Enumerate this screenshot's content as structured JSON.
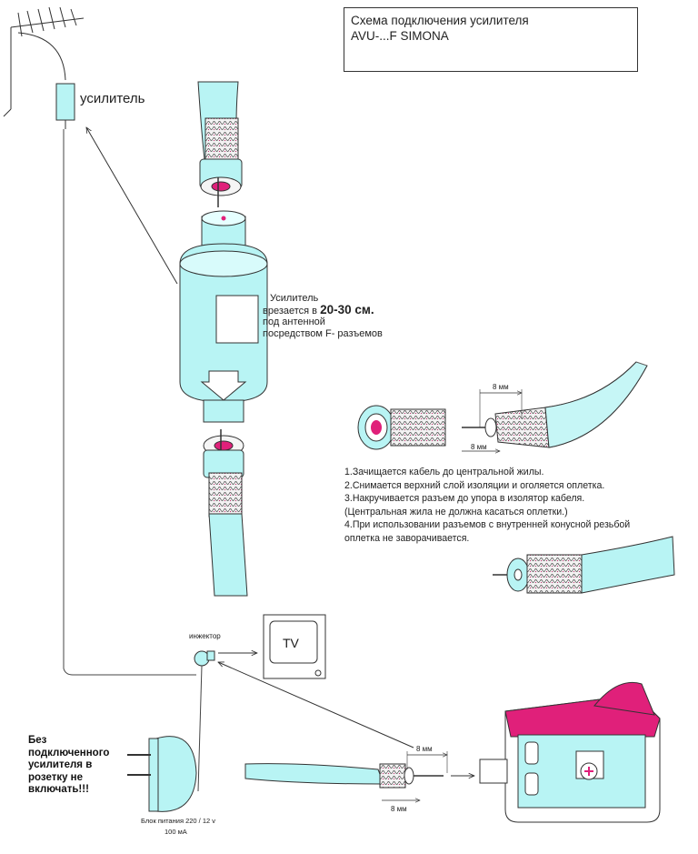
{
  "title": {
    "line1": "Схема подключения усилителя",
    "line2": "AVU-...F SIMONA"
  },
  "labels": {
    "amplifier": "усилитель",
    "injector": "инжектор",
    "tv": "TV",
    "psu_line1": "Блок питания 220 / 12 v",
    "psu_line2": "100 мА",
    "dim_8mm": "8 мм"
  },
  "amplifier_note": {
    "line1": "Усилитель",
    "line2a": "врезается в",
    "line2b": "20-30 см.",
    "line3": "под антенной",
    "line4": "посредством F- разъемов"
  },
  "steps": [
    "1.Зачищается кабель до центральной жилы.",
    "2.Снимается верхний слой изоляции и оголяется оплетка.",
    "3.Накручивается разъем до упора в изолятор кабеля.",
    "(Центральная жила не должна касаться оплетки.)",
    "4.При использовании разъемов с внутренней конусной резьбой",
    "оплетка не заворачивается."
  ],
  "warning": [
    "Без",
    "подключенного",
    "усилителя в",
    "розетку не",
    "включать!!!"
  ],
  "colors": {
    "cyan": "#b8f4f4",
    "magenta": "#e0207a",
    "outline": "#2a2a2a"
  }
}
